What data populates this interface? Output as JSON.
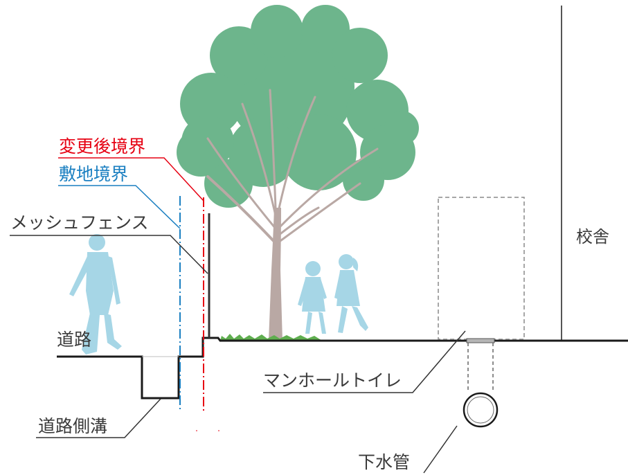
{
  "labels": {
    "changed_boundary": "変更後境界",
    "site_boundary": "敷地境界",
    "mesh_fence": "メッシュフェンス",
    "school_building": "校舎",
    "road": "道路",
    "road_gutter": "道路側溝",
    "manhole_toilet": "マンホールトイレ",
    "sewer_pipe": "下水管"
  },
  "colors": {
    "changed_boundary_line": "#e60012",
    "site_boundary_line": "#1a7fc1",
    "tree_foliage": "#6db58c",
    "tree_trunk": "#b9a8a4",
    "people": "#a6d6e6",
    "ground_line": "#1a1a1a",
    "grass": "#5fae4f"
  },
  "icons": {
    "tree": "tree-icon",
    "adult": "walking-person-icon",
    "children": "child-icon",
    "toilet_pit": "manhole-toilet-pit-icon",
    "pipe": "sewer-pipe-icon"
  }
}
